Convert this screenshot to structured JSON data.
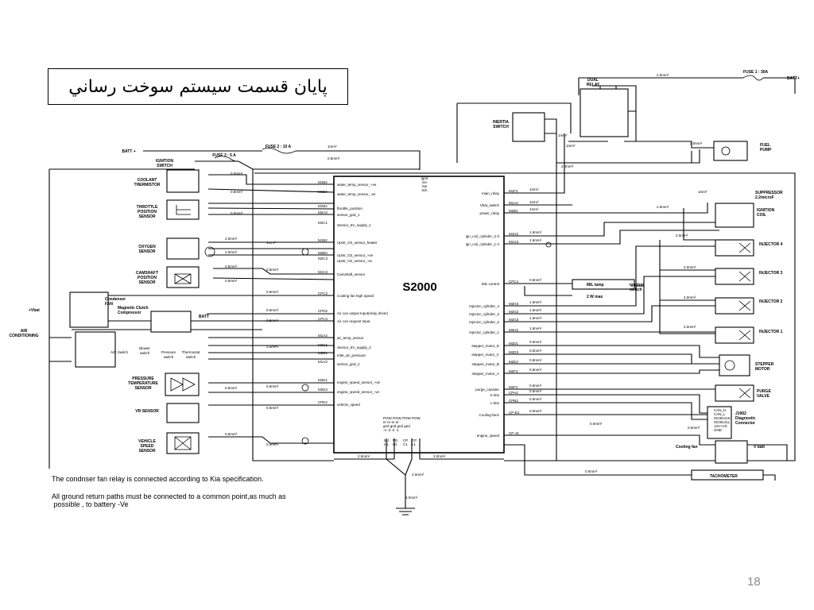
{
  "slide": {
    "title": "پايان قسمت سيستم سوخت رساني",
    "page_number": "18"
  },
  "ecu": {
    "name": "S2000"
  },
  "left_components": [
    {
      "name": "COOLANT\nTHERMISTOR"
    },
    {
      "name": "THROTTLE\nPOSITION\nSENSOR"
    },
    {
      "name": "OXYGEN\nSENSOR"
    },
    {
      "name": "CAMSHAFT\nPOSITION\nSENSOR"
    },
    {
      "name": "PRESSURE\nTEMPERATURE\nSENSOR"
    },
    {
      "name": "VR SENSOR"
    },
    {
      "name": "VEHICLE\nSPEED\nSENSOR"
    }
  ],
  "ac_labels": {
    "vbat": "+Vbat",
    "air_conditioning": "AIR\nCONDITIONING",
    "condenser_fan": "Condenser\nFAN",
    "clutch": "Magnetic Clutch\nCompressor",
    "batt": "BATT",
    "ac_switch": "A/C Switch",
    "pressure_switch": "Pressure\nswitch",
    "thermostat_switch": "Thermostat\nswitch",
    "blower_switch": "Blower\nswitch"
  },
  "right_components": [
    {
      "name": "FUEL\nPUMP"
    },
    {
      "name": "SUPPRESSOR\n2.2microF"
    },
    {
      "name": "IGNITION\nCOIL"
    },
    {
      "name": "INJECTOR 4"
    },
    {
      "name": "INJECTOR 3"
    },
    {
      "name": "INJECTOR 2"
    },
    {
      "name": "INJECTOR 1"
    },
    {
      "name": "STEPPER\nMOTOR"
    },
    {
      "name": "PURGE\nVALVE"
    }
  ],
  "top_labels": {
    "fuse1": "FUSE 1 : 30A",
    "batt_plus_right": "BATT+",
    "dual_relay": "DUAL\nRELAY",
    "inertia_switch": "INERTIA\nSWITCH",
    "batt_plus_left": "BATT +",
    "fuse2": "FUSE 2 : 10 A",
    "fuse3": "FUSE 3 : 5 A",
    "ignition_switch": "IGNITION\nSWITCH",
    "ign_sw": "ignit\nion\nSw\nitch"
  },
  "ecu_left_pins": [
    {
      "pin": "M1B4",
      "signal": "water_temp_sensor_+ve"
    },
    {
      "pin": "M1B4",
      "signal": "water_temp_sensor_-ve"
    },
    {
      "pin": "M1B4",
      "signal": "throttle_position"
    },
    {
      "pin": "M2A3",
      "signal": "sensor_gnd_1"
    },
    {
      "pin": "M2C1",
      "signal": "Sensor_5V_supply_1"
    },
    {
      "pin": "M1B2",
      "signal": "Upstr_O2_sensor_heater"
    },
    {
      "pin": "M2B3",
      "signal": "Upstr_O2_sensor_+ve"
    },
    {
      "pin": "M2C3",
      "signal": "Upstr_O2_sensor_-ve"
    },
    {
      "pin": "M1C3",
      "signal": "Camshaft_sensor"
    },
    {
      "pin": "CPC2",
      "signal": "Cooling fan high speed"
    },
    {
      "pin": "CPD2",
      "signal": "Air con output Input(relay driver)"
    },
    {
      "pin": "CPC3",
      "signal": "Air con request Input"
    },
    {
      "pin": "M1A3",
      "signal": "air_temp_sensor"
    },
    {
      "pin": "M2C1",
      "signal": "Sensor_5V_supply_2"
    },
    {
      "pin": "M2B1",
      "signal": "Inlet_air_pressure"
    },
    {
      "pin": "M1A3",
      "signal": "sensor_gnd_2"
    },
    {
      "pin": "M2D1",
      "signal": "engine_speed_sensor_+ve"
    },
    {
      "pin": "M2D4",
      "signal": "engine_speed_sensor_-ve"
    },
    {
      "pin": "CPE3",
      "signal": "vehicle_speed"
    }
  ],
  "ecu_right_pins": [
    {
      "pin": "M1F2",
      "signal": "main_relay"
    },
    {
      "pin": "M1A4",
      "signal": "Vbat_switch"
    },
    {
      "pin": "M2B1",
      "signal": "power_relay"
    },
    {
      "pin": "M1H2",
      "signal": "ign_coil_cylinder_2-3"
    },
    {
      "pin": "M1G3",
      "signal": "ign_coil_cylinder_1-4"
    },
    {
      "pin": "CPC4",
      "signal": "MIL control"
    },
    {
      "pin": "M2H3",
      "signal": "Injector_cylinder_4"
    },
    {
      "pin": "M2G2",
      "signal": "Injector_cylinder_3"
    },
    {
      "pin": "M2G3",
      "signal": "Injector_cylinder_2"
    },
    {
      "pin": "M2H2",
      "signal": "Injector_cylinder_1"
    },
    {
      "pin": "M2D1",
      "signal": "stepper_motor_D"
    },
    {
      "pin": "M2D3",
      "signal": "stepper_motor_C"
    },
    {
      "pin": "M2E3",
      "signal": "stepper_motor_B"
    },
    {
      "pin": "M2F3",
      "signal": "stepper_motor_A"
    },
    {
      "pin": "M2F2",
      "signal": "purge_canister"
    },
    {
      "pin": "CPH1",
      "signal": "K-line"
    },
    {
      "pin": "CPB3",
      "signal": "L-line"
    },
    {
      "pin": "CP-E4",
      "signal": "Cooling-fan1"
    },
    {
      "pin": "CP-J3",
      "signal": "engine_speed"
    }
  ],
  "ecu_bottom": {
    "header": "POW POW POW POW\ner      er      er      er\ngnd    gnd   gnd   gnd\n-4      -3      -2      -1",
    "pins": [
      "M2 H1",
      "M1 H1",
      "CP C1",
      "CP L1"
    ]
  },
  "mil_lamp": {
    "label": "MIL lamp",
    "sub": "2 W max",
    "ign_switch": "ignition\nswitch"
  },
  "diag": {
    "title": "J1962\nDiagnostic\nConnector",
    "lines": "CAN_H\nCAN_L\nISO9141K\nISO9141L\n12V+VS\nGND"
  },
  "cooling_fan": "Cooling fan",
  "v_batt": "V batt",
  "tachometer": "TACHOMETER",
  "notes": [
    "The condnser fan relay is connected according to Kia specification.",
    "All ground return paths must be connected to a common point,as much as\n possible , to battery -Ve"
  ],
  "wire_gauges": {
    "g05": "0.5mm²",
    "g1": "1mm²",
    "g15": "1.5mm²",
    "g2": "2.0mm²",
    "g25": "2.5mm²",
    "g3": "3.0mm²"
  }
}
